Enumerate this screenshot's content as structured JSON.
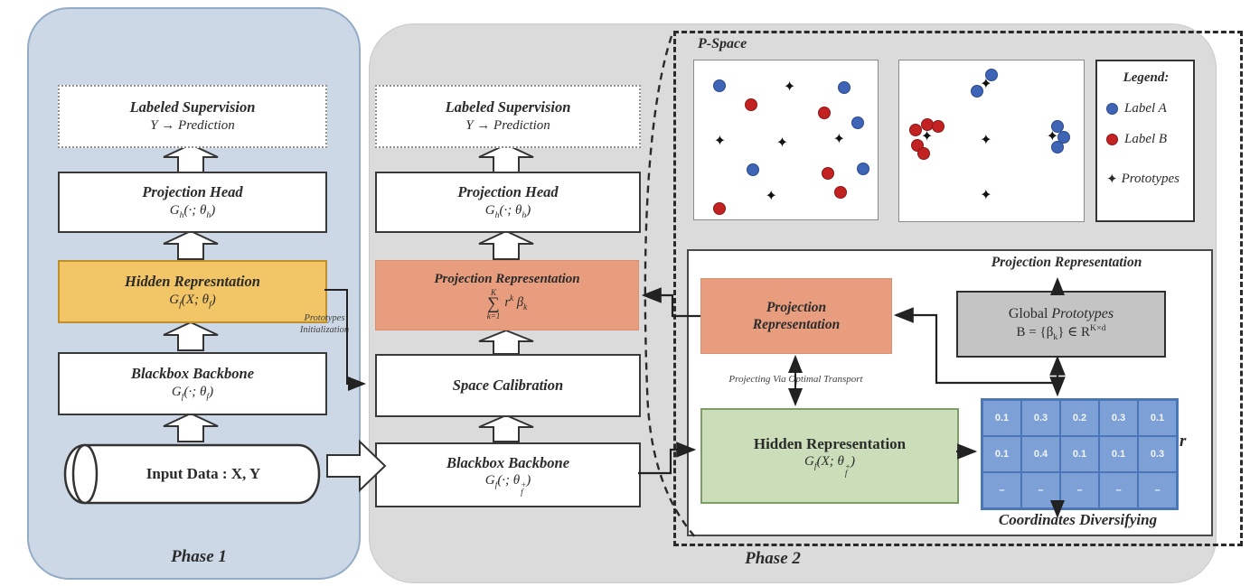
{
  "colors": {
    "phase1-bg": "#ccd8e6",
    "phase1-border": "#92abc6",
    "phase2-bg": "#dbdbdb",
    "yellow-box": "#f2c566",
    "orange-box": "#e79d7e",
    "green-box": "#cbdeb9",
    "blue-dot": "#3e64b5",
    "red-dot": "#c32222",
    "matrix-cell": "#7da1d7",
    "matrix-line": "#4b76b8"
  },
  "phase1": {
    "label": "Phase 1",
    "labeled_supervision": {
      "line1": "Labeled Supervision",
      "line2": "Y → Prediction"
    },
    "projection_head": {
      "title": "Projection Head",
      "formula": [
        {
          "t": "G"
        },
        {
          "sub": "h"
        },
        {
          "t": "(·; θ"
        },
        {
          "sub": "h"
        },
        {
          "t": ")"
        }
      ]
    },
    "hidden_repr": {
      "title": "Hidden Represntation",
      "formula": [
        {
          "t": "G"
        },
        {
          "sub": "f"
        },
        {
          "t": "(X; θ"
        },
        {
          "sub": "f"
        },
        {
          "t": ")"
        }
      ]
    },
    "blackbox": {
      "title": "Blackbox Backbone",
      "formula": [
        {
          "t": "G"
        },
        {
          "sub": "f"
        },
        {
          "t": "(·; θ"
        },
        {
          "sub": "f"
        },
        {
          "t": ")"
        }
      ]
    },
    "input_data": {
      "label": "Input Data : X, Y"
    },
    "annotation": {
      "line1": "Prototypes",
      "line2": "Initialization"
    }
  },
  "phase2": {
    "label": "Phase 2",
    "labeled_supervision": {
      "line1": "Labeled Supervision",
      "line2": "Y → Prediction"
    },
    "projection_head": {
      "title": "Projection Head",
      "formula": [
        {
          "t": "G"
        },
        {
          "sub": "h"
        },
        {
          "t": "(·; θ"
        },
        {
          "sub": "h"
        },
        {
          "t": ")"
        }
      ]
    },
    "projection_repr": {
      "title": "Projection Representation",
      "sum_top": "K",
      "sum_symbol": "∑",
      "sum_bottom": "k=1",
      "rhs": [
        {
          "t": "r"
        },
        {
          "sup": "k"
        },
        {
          "t": " β"
        },
        {
          "sub": "k"
        }
      ]
    },
    "space_calibration": {
      "title": "Space Calibration"
    },
    "blackbox": {
      "title": "Blackbox Backbone",
      "formula": [
        {
          "t": "G"
        },
        {
          "sub": "f"
        },
        {
          "t": "(·; θ"
        },
        {
          "subsup": [
            "f",
            "+"
          ]
        },
        {
          "t": ")"
        }
      ]
    }
  },
  "pspace": {
    "title": "P-Space",
    "legend": {
      "title": "Legend:",
      "items": [
        {
          "marker": "blue-dot",
          "label": "Label A"
        },
        {
          "marker": "red-dot",
          "label": "Label B"
        },
        {
          "marker": "star",
          "label": "Prototypes"
        }
      ]
    },
    "scatter_before": {
      "points": [
        {
          "x": 0.14,
          "y": 0.16,
          "type": "A"
        },
        {
          "x": 0.82,
          "y": 0.17,
          "type": "A"
        },
        {
          "x": 0.89,
          "y": 0.39,
          "type": "A"
        },
        {
          "x": 0.32,
          "y": 0.69,
          "type": "A"
        },
        {
          "x": 0.92,
          "y": 0.68,
          "type": "A"
        },
        {
          "x": 0.31,
          "y": 0.28,
          "type": "B"
        },
        {
          "x": 0.71,
          "y": 0.33,
          "type": "B"
        },
        {
          "x": 0.73,
          "y": 0.71,
          "type": "B"
        },
        {
          "x": 0.8,
          "y": 0.83,
          "type": "B"
        },
        {
          "x": 0.14,
          "y": 0.93,
          "type": "B"
        },
        {
          "x": 0.52,
          "y": 0.17,
          "type": "P"
        },
        {
          "x": 0.14,
          "y": 0.51,
          "type": "P"
        },
        {
          "x": 0.48,
          "y": 0.52,
          "type": "P"
        },
        {
          "x": 0.79,
          "y": 0.5,
          "type": "P"
        },
        {
          "x": 0.42,
          "y": 0.86,
          "type": "P"
        }
      ]
    },
    "scatter_after": {
      "points": [
        {
          "x": 0.5,
          "y": 0.09,
          "type": "A"
        },
        {
          "x": 0.42,
          "y": 0.19,
          "type": "A"
        },
        {
          "x": 0.86,
          "y": 0.41,
          "type": "A"
        },
        {
          "x": 0.89,
          "y": 0.48,
          "type": "A"
        },
        {
          "x": 0.86,
          "y": 0.54,
          "type": "A"
        },
        {
          "x": 0.09,
          "y": 0.43,
          "type": "B"
        },
        {
          "x": 0.15,
          "y": 0.4,
          "type": "B"
        },
        {
          "x": 0.21,
          "y": 0.41,
          "type": "B"
        },
        {
          "x": 0.1,
          "y": 0.53,
          "type": "B"
        },
        {
          "x": 0.13,
          "y": 0.58,
          "type": "B"
        },
        {
          "x": 0.47,
          "y": 0.15,
          "type": "P"
        },
        {
          "x": 0.15,
          "y": 0.48,
          "type": "P"
        },
        {
          "x": 0.47,
          "y": 0.5,
          "type": "P"
        },
        {
          "x": 0.83,
          "y": 0.48,
          "type": "P"
        },
        {
          "x": 0.47,
          "y": 0.84,
          "type": "P"
        }
      ]
    }
  },
  "detail": {
    "projection_repr_box": {
      "line1": "Projection",
      "line2": "Representation"
    },
    "projection_repr_title": "Projection Representation",
    "global_prototypes": {
      "word_normal": "Global ",
      "word_italic": "Prototypes",
      "formula": [
        {
          "t": "B = {β"
        },
        {
          "sub": "k"
        },
        {
          "t": "} ∈ R"
        },
        {
          "sup": "K×d"
        }
      ]
    },
    "hidden_repr": {
      "title": "Hidden Representation",
      "formula": [
        {
          "t": "G"
        },
        {
          "sub": "f"
        },
        {
          "t": "(X; θ"
        },
        {
          "subsup": [
            "f",
            "+"
          ]
        },
        {
          "t": ")"
        }
      ]
    },
    "matrix": {
      "rows": [
        [
          "0.1",
          "0.3",
          "0.2",
          "0.3",
          "0.1"
        ],
        [
          "0.1",
          "0.4",
          "0.1",
          "0.1",
          "0.3"
        ],
        [
          "–",
          "–",
          "–",
          "–",
          "–"
        ]
      ],
      "label": "r"
    },
    "coordinates_diversifying": "Coordinates Diversifying",
    "ot_label": "Projecting Via Optimal Transport"
  }
}
